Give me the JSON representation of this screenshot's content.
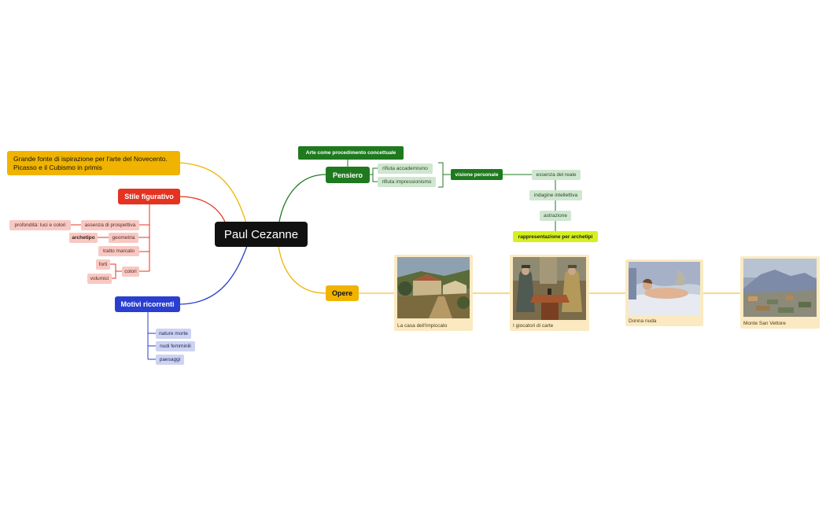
{
  "root": {
    "label": "Paul Cezanne"
  },
  "note": {
    "text": "Grande fonte di ispirazione per l'arte del Novecento. Picasso e il Cubismo in primis"
  },
  "stile": {
    "label": "Stile figurativo",
    "items": {
      "assenza": "assenza di prospettiva",
      "profondita": "profondità: luci e colori",
      "geometria": "geometria",
      "archetipo": "archetipo",
      "tratto": "tratto marcato",
      "colori": "colori",
      "forti": "forti",
      "volumici": "volumici"
    }
  },
  "motivi": {
    "label": "Motivi ricorrenti",
    "items": [
      "nature morte",
      "nudi femminili",
      "paesaggi"
    ]
  },
  "pensiero": {
    "label": "Pensiero",
    "concetto": "Arte come procedimento concettuale",
    "rifiuti": [
      "rifiuta accademismo",
      "rifiuta impressionismo"
    ],
    "visione": "visione personale",
    "chain": [
      "essenza del reale",
      "indagine intellettiva",
      "astrazione"
    ],
    "rappresentazione": "rappresentazione per archetipi"
  },
  "opere": {
    "label": "Opere",
    "works": [
      {
        "title": "La casa dell'impiccato"
      },
      {
        "title": "I giocatori di carte"
      },
      {
        "title": "Donna nuda"
      },
      {
        "title": "Monte San Vettore"
      }
    ]
  },
  "colors": {
    "yellow": "#f0b400",
    "red": "#e53322",
    "blue": "#2a3fcf",
    "green": "#1f7a1f",
    "root": "#111111"
  }
}
